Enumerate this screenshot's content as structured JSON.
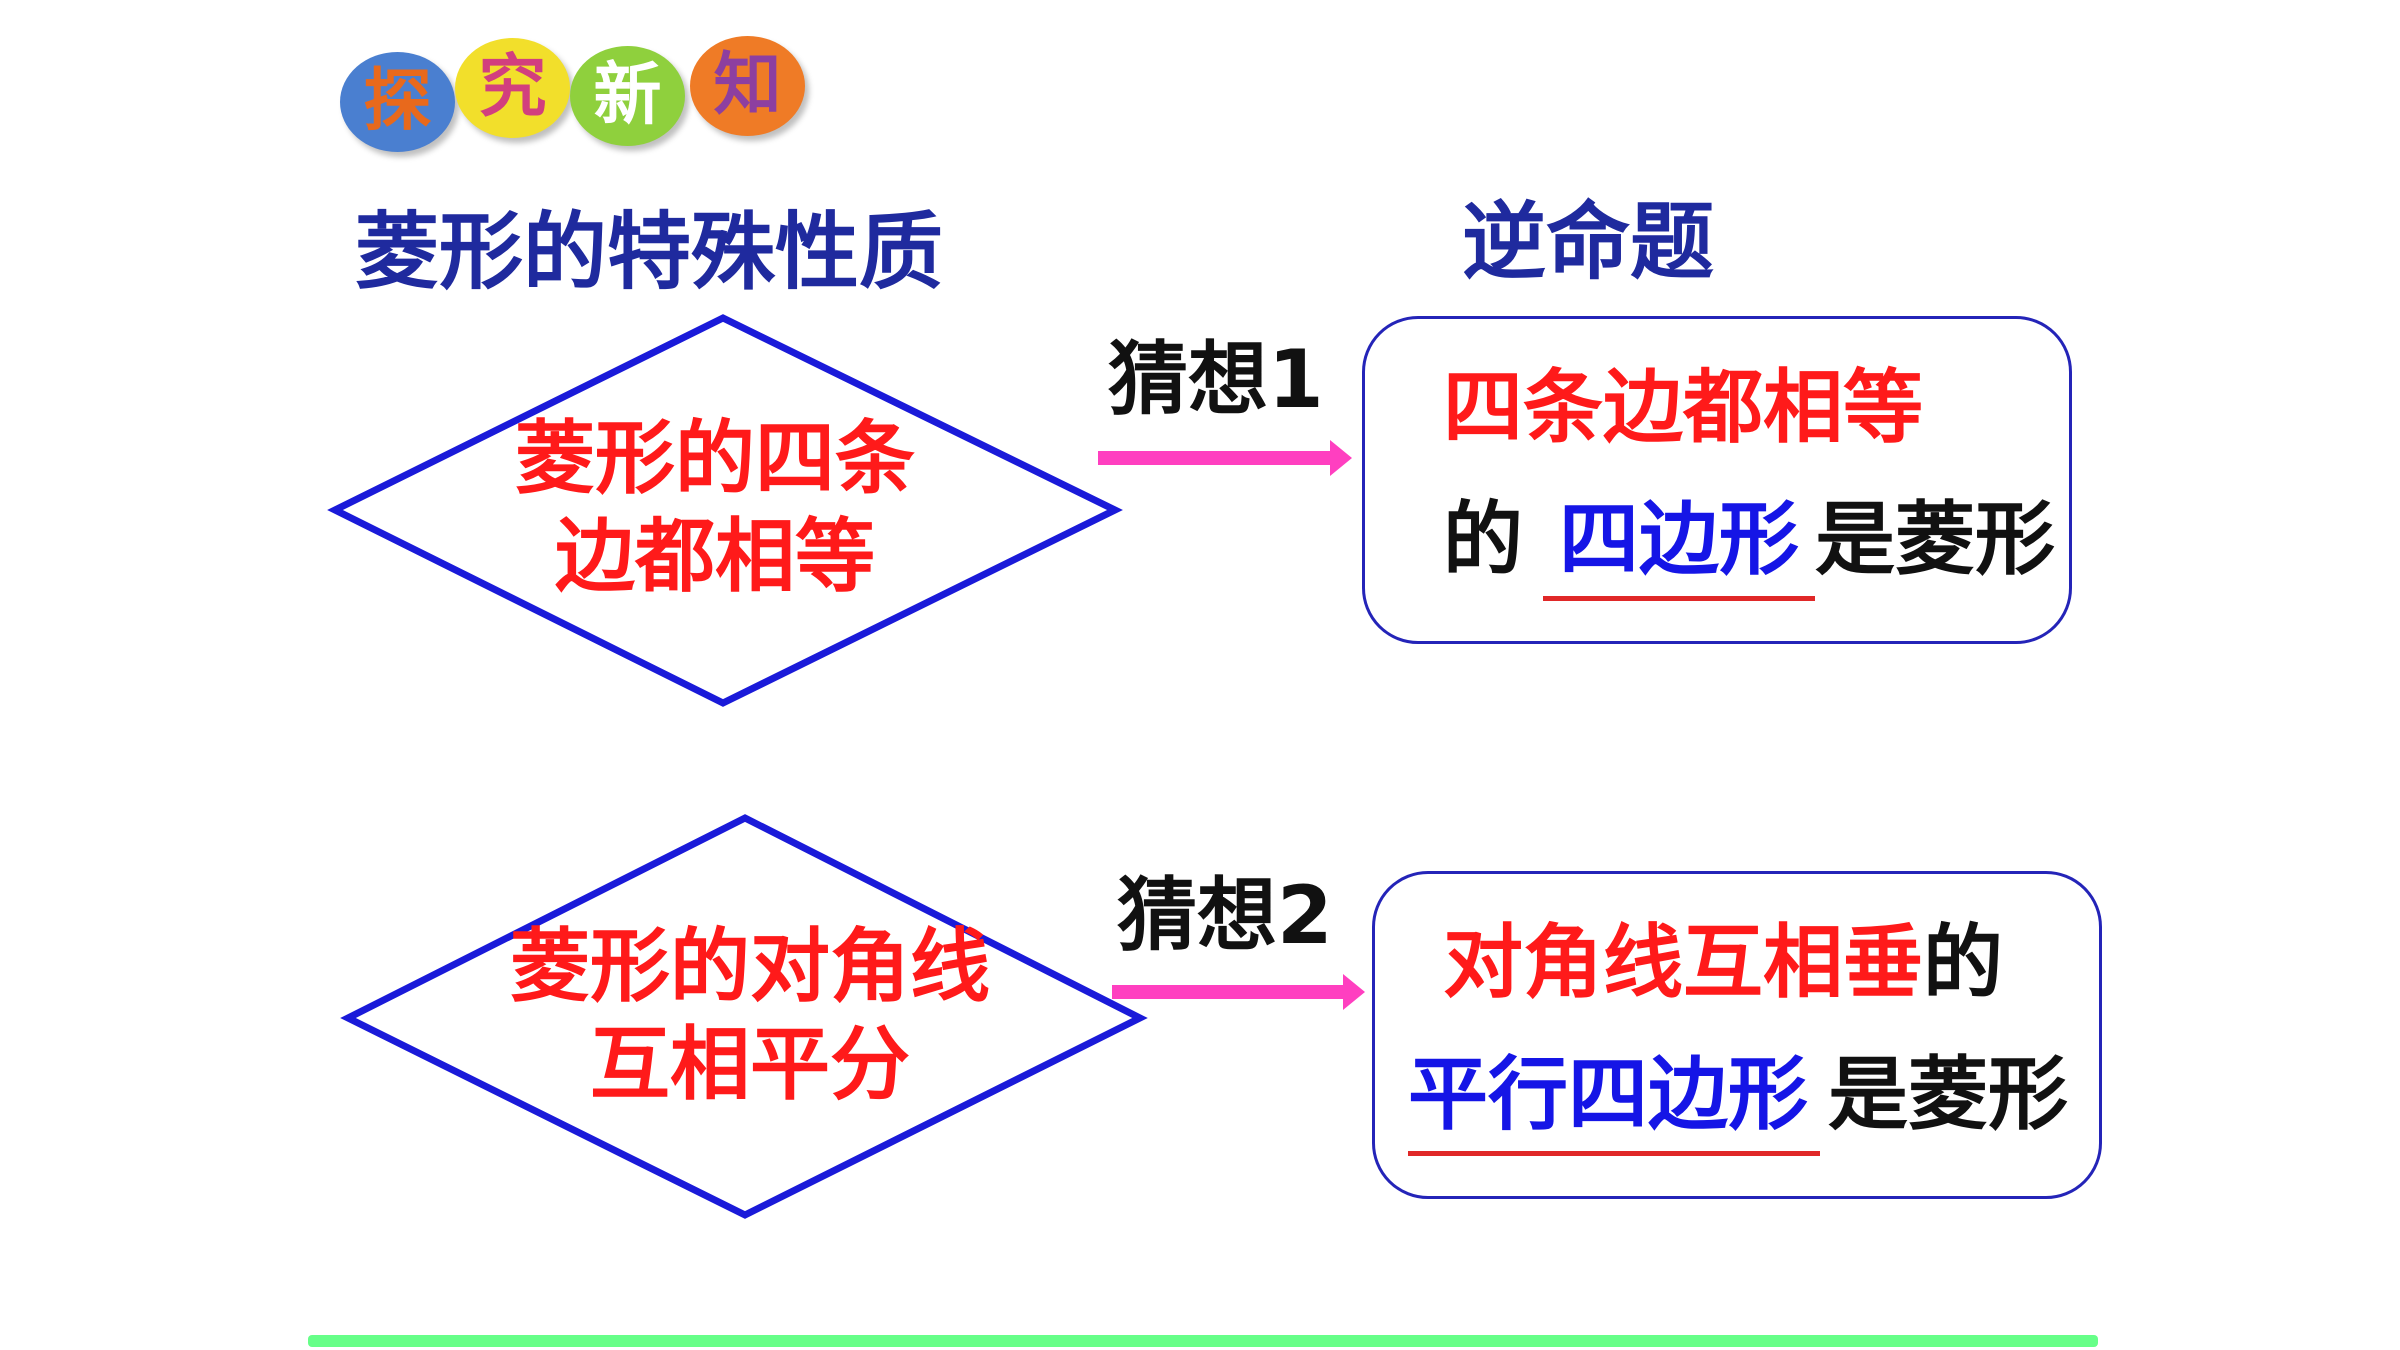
{
  "badges": [
    "探",
    "究",
    "新",
    "知"
  ],
  "headings": {
    "left": "菱形的特殊性质",
    "right": "逆命题"
  },
  "colors": {
    "diamond_stroke": "#1a1ad9",
    "arrow": "#ff3fc0",
    "card_border": "#2424b8",
    "red_text": "#ff1a1a",
    "blue_text": "#1515e6",
    "footer_line": "#66ff88"
  },
  "block1": {
    "diamond_line1": "菱形的四条",
    "diamond_line2": "边都相等",
    "arrow_label": "猜想1",
    "card_line1_red": "四条边都相等",
    "card_line2_prefix": "的",
    "card_line2_blank": "四边形",
    "card_line2_suffix": "是菱形"
  },
  "block2": {
    "diamond_line1": "菱形的对角线",
    "diamond_line2": "互相平分",
    "arrow_label": "猜想2",
    "card_line1_red": "对角线互相垂",
    "card_line1_black": "的",
    "card_line2_blank": "平行四边形",
    "card_line2_suffix": "是菱形"
  }
}
